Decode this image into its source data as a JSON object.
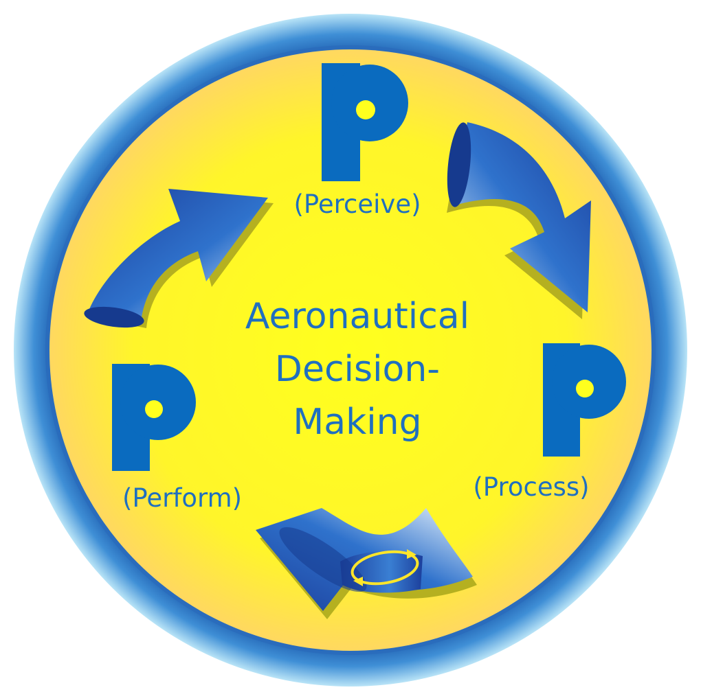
{
  "diagram": {
    "title_lines": [
      "Aeronautical",
      "Decision-",
      "Making"
    ],
    "steps": [
      {
        "letter": "P",
        "label": "(Perceive)"
      },
      {
        "letter": "P",
        "label": "(Process)"
      },
      {
        "letter": "P",
        "label": "(Perform)"
      }
    ],
    "colors": {
      "ring_outer": "#1f5fb0",
      "ring_glow": "#8fd0f0",
      "disk_center": "#ffff1e",
      "disk_edge": "#ffd860",
      "letter_blue": "#0a6bbf",
      "label_blue": "#1f6fc0",
      "arrow_dark": "#1c3f9c",
      "arrow_light": "#e9f4fc",
      "arrow_shadow": "#b5b020"
    },
    "icons": [
      "curved-arrow-icon",
      "circular-refresh-icon"
    ]
  }
}
